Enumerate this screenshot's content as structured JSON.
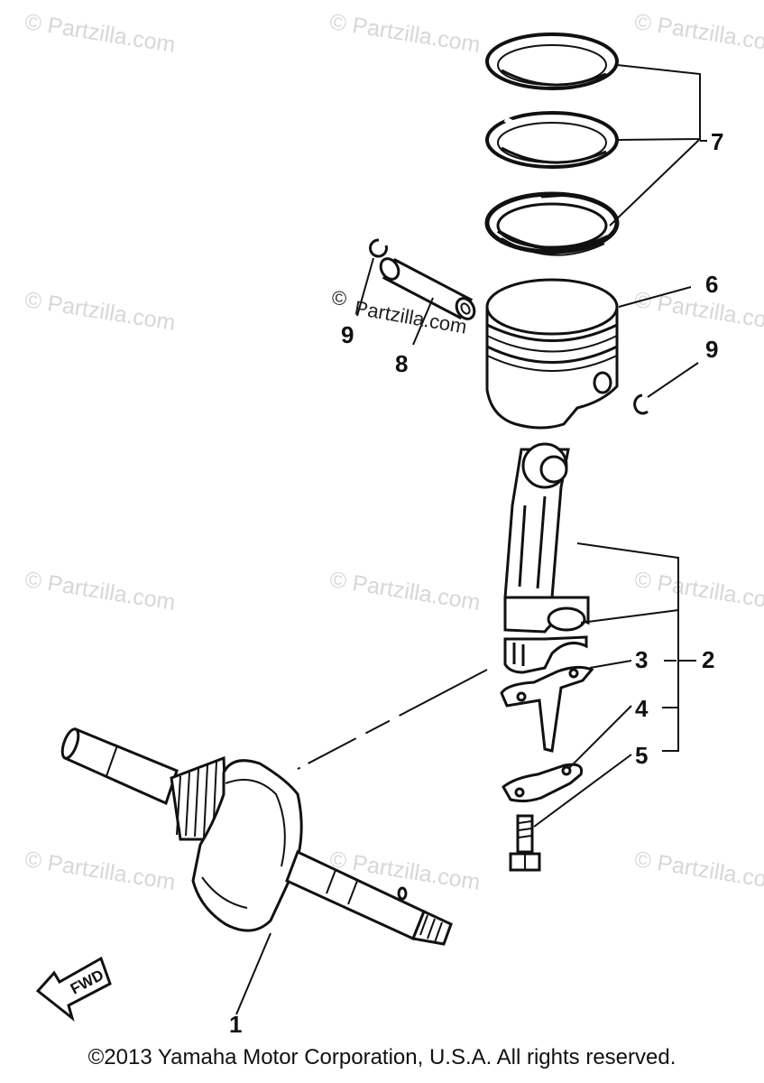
{
  "watermarks": {
    "text": "Partzilla.com",
    "symbol": "©"
  },
  "center_watermark": {
    "symbol": "©",
    "text": "Partzilla.com"
  },
  "callouts": {
    "c1": "1",
    "c2": "2",
    "c3": "3",
    "c4": "4",
    "c5": "5",
    "c6": "6",
    "c7": "7",
    "c8": "8",
    "c9a": "9",
    "c9b": "9"
  },
  "direction_badge": "FWD",
  "footer": "©2013 Yamaha Motor Corporation, U.S.A. All rights reserved."
}
